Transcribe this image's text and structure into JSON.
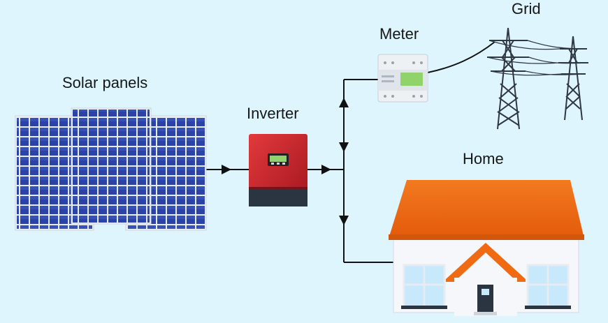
{
  "labels": {
    "solar_panels": "Solar panels",
    "inverter": "Inverter",
    "meter": "Meter",
    "grid": "Grid",
    "home": "Home"
  },
  "colors": {
    "background": "#def5fe",
    "panel_cell": "#2b43a7",
    "inverter_body": "#c8242c",
    "inverter_base": "#2b3542",
    "meter_display": "#8fd36a",
    "roof": "#ef6a12",
    "wire": "#111111"
  },
  "icons": [
    "solar-panel-icon",
    "inverter-icon",
    "meter-icon",
    "transmission-tower-icon",
    "house-icon"
  ]
}
